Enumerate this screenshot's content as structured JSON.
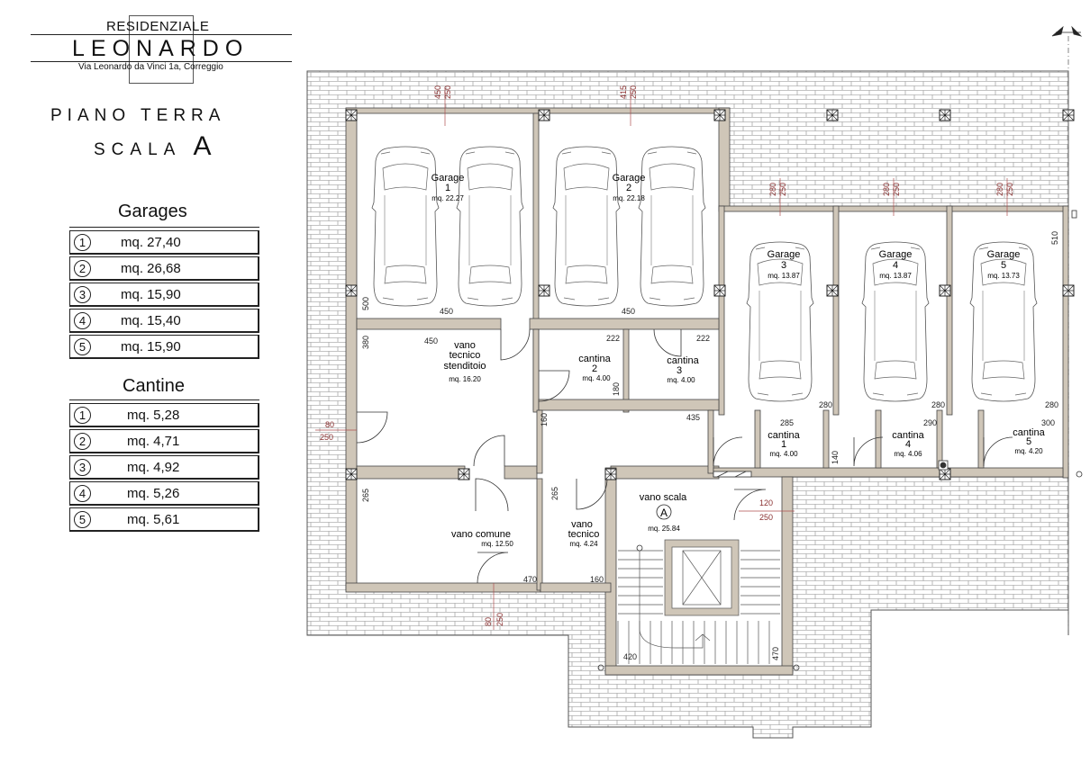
{
  "header": {
    "brand_top": "RESIDENZIALE",
    "brand_main": "LEONARDO",
    "address": "Via Leonardo da Vinci 1a, Correggio"
  },
  "title": {
    "line1": "PIANO TERRA",
    "line2_prefix": "SCALA",
    "line2_letter": "A"
  },
  "garages_table": {
    "title": "Garages",
    "rows": [
      {
        "n": "1",
        "value": "mq. 27,40"
      },
      {
        "n": "2",
        "value": "mq. 26,68"
      },
      {
        "n": "3",
        "value": "mq. 15,90"
      },
      {
        "n": "4",
        "value": "mq. 15,40"
      },
      {
        "n": "5",
        "value": "mq. 15,90"
      }
    ]
  },
  "cantine_table": {
    "title": "Cantine",
    "rows": [
      {
        "n": "1",
        "value": "mq. 5,28"
      },
      {
        "n": "2",
        "value": "mq. 4,71"
      },
      {
        "n": "3",
        "value": "mq. 4,92"
      },
      {
        "n": "4",
        "value": "mq. 5,26"
      },
      {
        "n": "5",
        "value": "mq. 5,61"
      }
    ]
  },
  "plan": {
    "rooms": {
      "garage1": {
        "name": "Garage",
        "num": "1",
        "area": "mq. 22.27"
      },
      "garage2": {
        "name": "Garage",
        "num": "2",
        "area": "mq. 22.18"
      },
      "garage3": {
        "name": "Garage",
        "num": "3",
        "area": "mq. 13.87"
      },
      "garage4": {
        "name": "Garage",
        "num": "4",
        "area": "mq. 13.87"
      },
      "garage5": {
        "name": "Garage",
        "num": "5",
        "area": "mq. 13.73"
      },
      "vano_tecnico_stenditoio": {
        "l1": "vano",
        "l2": "tecnico",
        "l3": "stenditoio",
        "area": "mq. 16.20"
      },
      "cantina1": {
        "name": "cantina",
        "num": "1",
        "area": "mq. 4.00"
      },
      "cantina2": {
        "name": "cantina",
        "num": "2",
        "area": "mq. 4.00"
      },
      "cantina3": {
        "name": "cantina",
        "num": "3",
        "area": "mq. 4.00"
      },
      "cantina4": {
        "name": "cantina",
        "num": "4",
        "area": "mq. 4.06"
      },
      "cantina5": {
        "name": "cantina",
        "num": "5",
        "area": "mq. 4.20"
      },
      "vano_comune": {
        "name": "vano comune",
        "area": "mq. 12.50"
      },
      "vano_tecnico": {
        "l1": "vano",
        "l2": "tecnico",
        "area": "mq. 4.24"
      },
      "vano_scala": {
        "name": "vano scala",
        "letter": "A",
        "area": "mq. 25.84"
      }
    },
    "dims": {
      "g1_450": "450",
      "g1_250": "250",
      "g2_415": "415",
      "g2_250": "250",
      "g3_280": "280",
      "g3_250": "250",
      "g4_280": "280",
      "g4_250": "250",
      "g5_280": "280",
      "g5_250": "250",
      "g1_w": "450",
      "g1_h": "500",
      "g2_w": "450",
      "g3_w": "280",
      "g4_w": "280",
      "g5_w": "280",
      "g5_h": "510",
      "vt_h": "380",
      "vt_w": "450",
      "c2_w": "222",
      "c2_h": "180",
      "c3_w": "222",
      "c1_w": "285",
      "c4_w": "290",
      "c5_w": "300",
      "c4_side": "140",
      "corr_h": "160",
      "corr_w": "435",
      "door_l_80": "80",
      "door_l_250": "250",
      "vc_h": "265",
      "vc_w": "470",
      "vt2_h": "265",
      "vt2_w": "160",
      "door_b_80": "80",
      "door_b_250": "250",
      "door_r_120": "120",
      "door_r_250": "250",
      "st_w": "420",
      "st_h": "470"
    }
  }
}
